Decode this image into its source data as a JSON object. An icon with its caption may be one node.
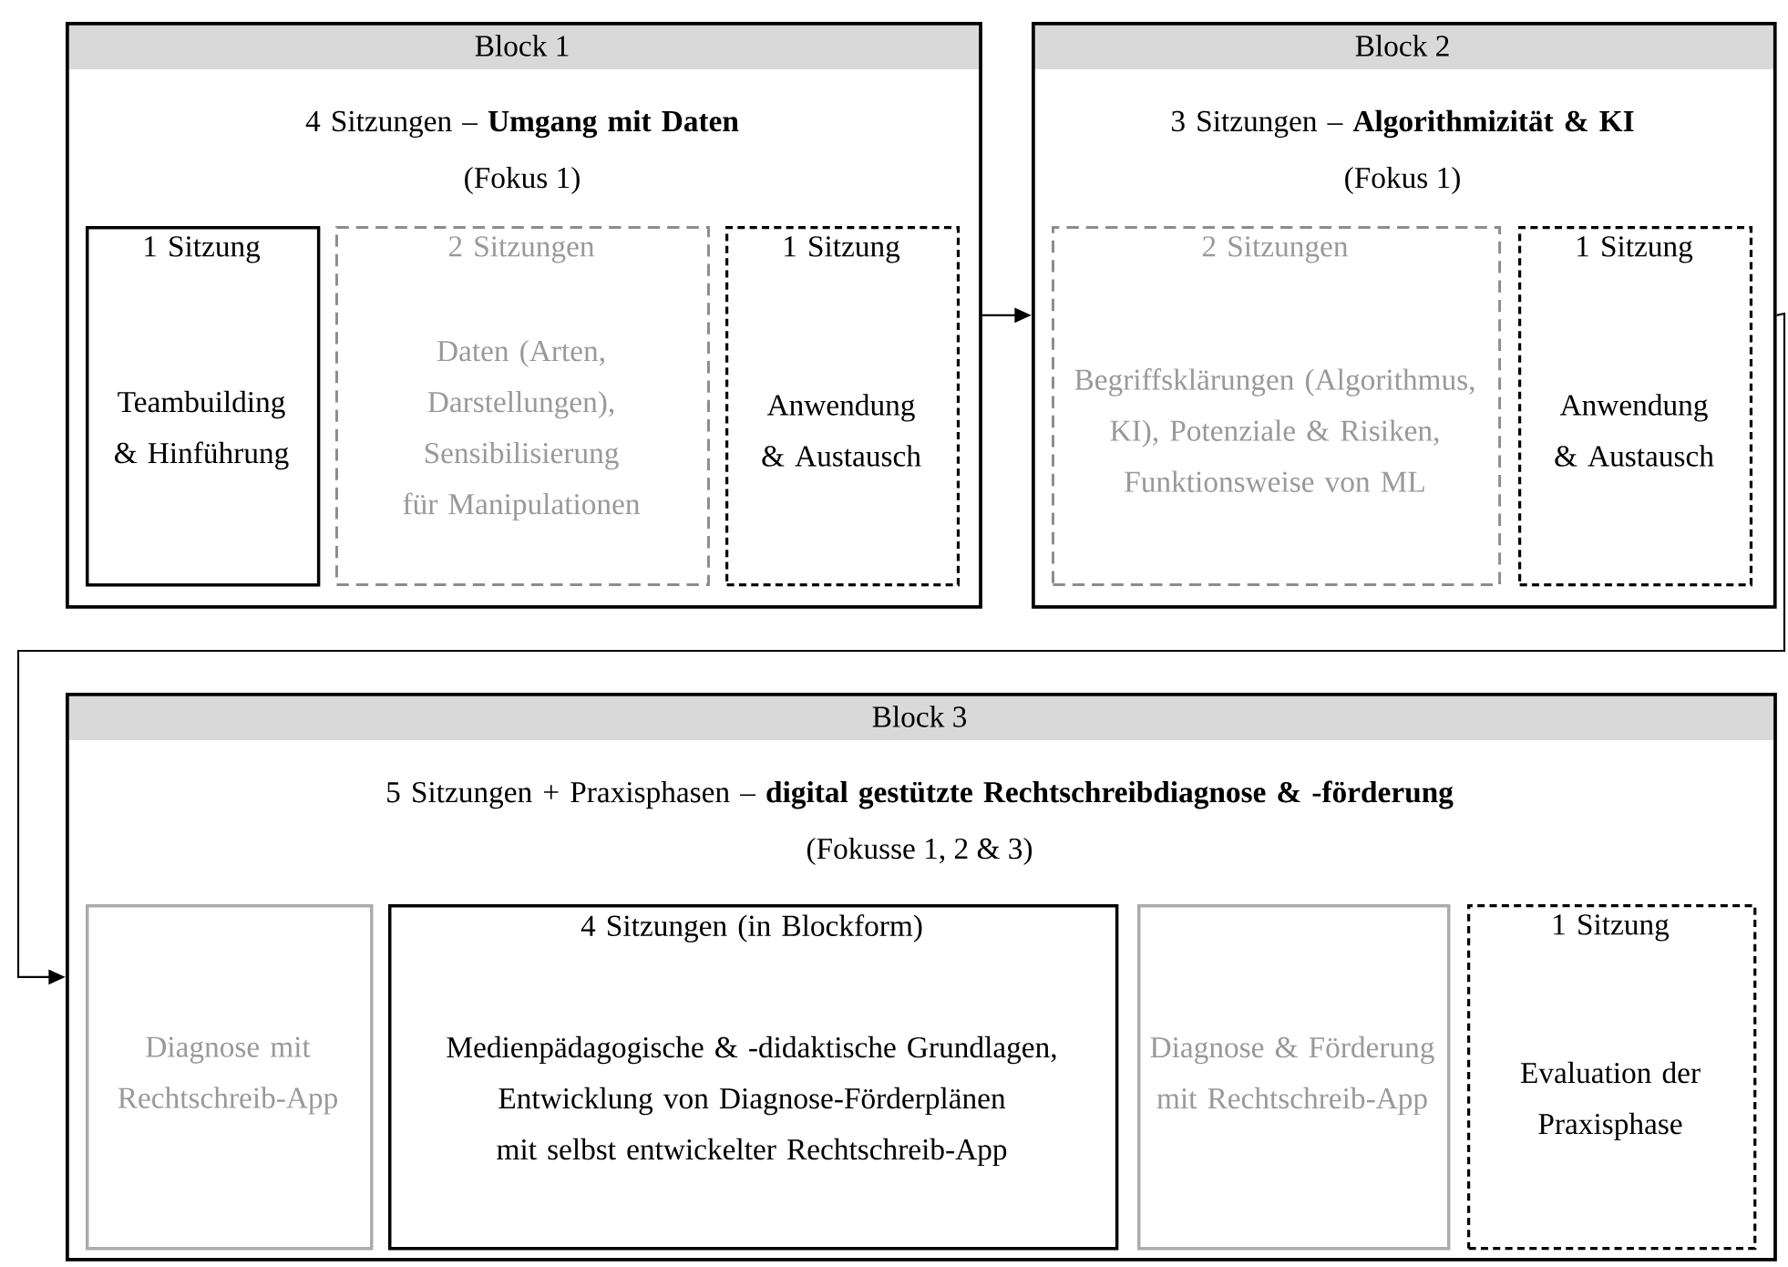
{
  "diagram": {
    "nodes": [
      {
        "text": [
          "Block 1",
          "4 Sitzungen – **Umgang mit Daten**",
          "(Fokus 1)"
        ]
      },
      {
        "text": [
          "1 Sitzung",
          "Teambuilding & Hinführung"
        ],
        "in": 0
      },
      {
        "text": [
          "2 Sitzungen",
          "Daten (Arten, Darstellungen), Sensibilisierung für Manipulationen"
        ],
        "in": 0
      },
      {
        "text": [
          "1 Sitzung",
          "Anwendung & Austausch"
        ],
        "in": 0
      },
      {
        "text": [
          "Block 2",
          "3 Sitzungen – **Algorithmizität & KI**",
          "(Fokus 1)"
        ]
      },
      {
        "text": [
          "2 Sitzungen",
          "Begriffsklärungen (Algorithmus, KI), Potenziale & Risiken, Funktionsweise von ML"
        ],
        "in": 4
      },
      {
        "text": [
          "1 Sitzung",
          "Anwendung & Austausch"
        ],
        "in": 4
      },
      {
        "text": [
          "Block 3",
          "5 Sitzungen + Praxisphasen – **digital gestützte Rechtschreibdiagnose & -förderung**",
          "(Fokusse 1, 2 & 3)"
        ]
      },
      {
        "text": [
          "Diagnose mit Rechtschreib-App"
        ],
        "in": 7
      },
      {
        "text": [
          "4 Sitzungen (in Blockform)",
          "Medienpädagogische & -didaktische Grundlagen, Entwicklung von Diagnose-Förderplänen mit selbst entwickelter Rechtschreib-App"
        ],
        "in": 7
      },
      {
        "text": [
          "Diagnose & Förderung mit Rechtschreib-App"
        ],
        "in": 7
      },
      {
        "text": [
          "1 Sitzung",
          "Evaluation der Praxisphase"
        ],
        "in": 7
      }
    ],
    "edges": [
      {
        "from": 0,
        "to": 4,
        "arrow": "to"
      },
      {
        "from": 4,
        "to": 7,
        "arrow": "to"
      }
    ]
  }
}
